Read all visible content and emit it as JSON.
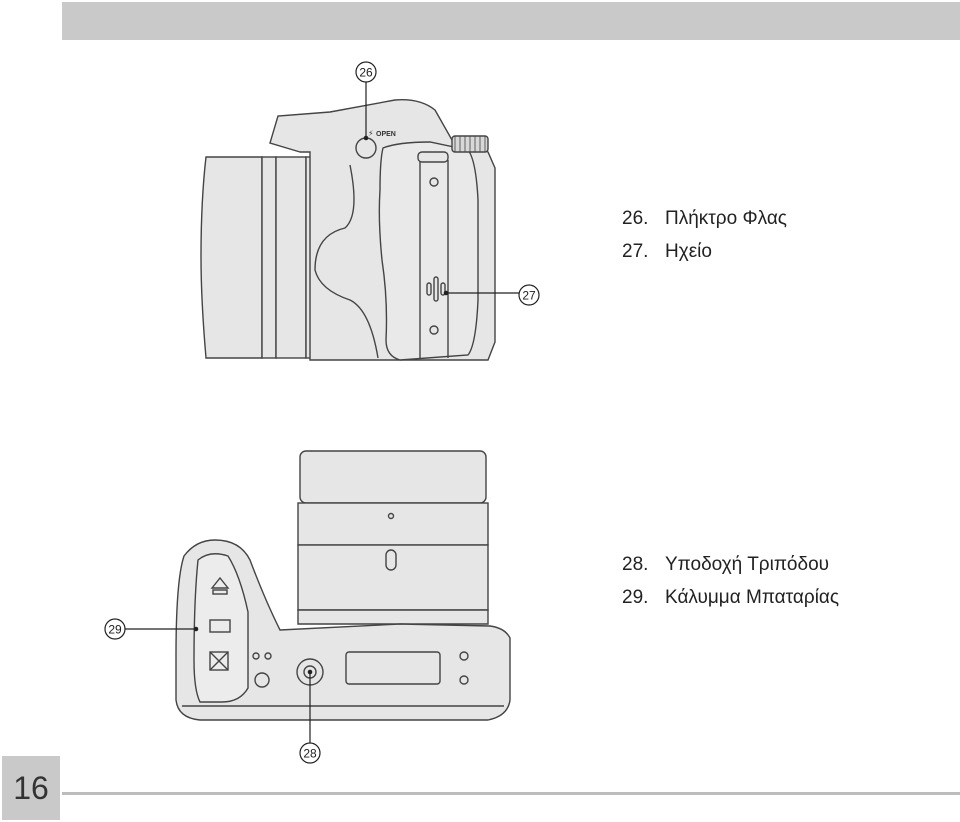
{
  "header": {},
  "illustration_1": {
    "callouts": [
      {
        "num": "26"
      },
      {
        "num": "27"
      }
    ],
    "flash_label": "OPEN"
  },
  "illustration_2": {
    "callouts": [
      {
        "num": "28"
      },
      {
        "num": "29"
      }
    ]
  },
  "legend_top": [
    {
      "num": "26.",
      "label": "Πλήκτρο Φλας"
    },
    {
      "num": "27.",
      "label": "Ηχείο"
    }
  ],
  "legend_bottom": [
    {
      "num": "28.",
      "label": "Υποδοχή Τριπόδου"
    },
    {
      "num": "29.",
      "label": "Κάλυμμα Μπαταρίας"
    }
  ],
  "footer": {
    "page_number": "16"
  },
  "colors": {
    "band": "#c9c9c9",
    "camera_fill": "#e6e6e6",
    "camera_stroke": "#444444"
  }
}
